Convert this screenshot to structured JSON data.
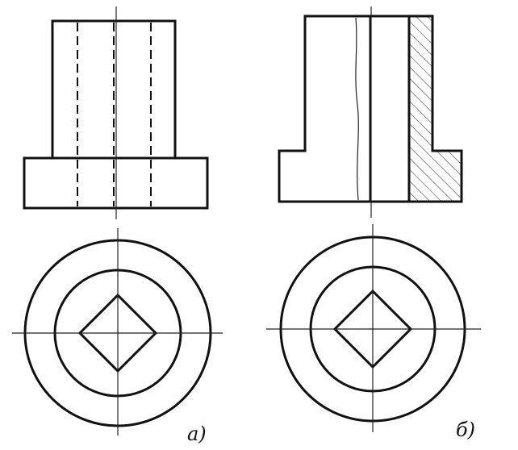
{
  "figures": [
    {
      "label": "а)",
      "view": "hidden-lines"
    },
    {
      "label": "б)",
      "view": "half-section"
    }
  ],
  "ink_color": "#111111"
}
